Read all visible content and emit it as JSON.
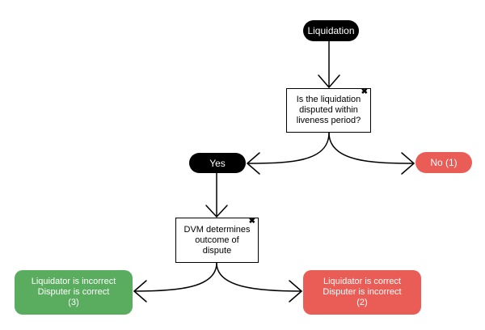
{
  "colors": {
    "dark": "#000000",
    "red": "#ea5d57",
    "green": "#5aac5f"
  },
  "nodes": {
    "start": {
      "label": "Liquidation"
    },
    "question": {
      "lines": [
        "Is the liquidation",
        "disputed within",
        "liveness period?"
      ],
      "close_icon": "close-icon"
    },
    "yes": {
      "label": "Yes"
    },
    "no": {
      "label": "No (1)"
    },
    "dvm": {
      "lines": [
        "DVM determines",
        "outcome of",
        "dispute"
      ],
      "close_icon": "close-icon"
    },
    "outcome_correct_disputer": {
      "lines": [
        "Liquidator is incorrect",
        "Disputer is correct",
        "(3)"
      ]
    },
    "outcome_correct_liquidator": {
      "lines": [
        "Liquidator is correct",
        "Disputer is incorrect",
        "(2)"
      ]
    }
  }
}
